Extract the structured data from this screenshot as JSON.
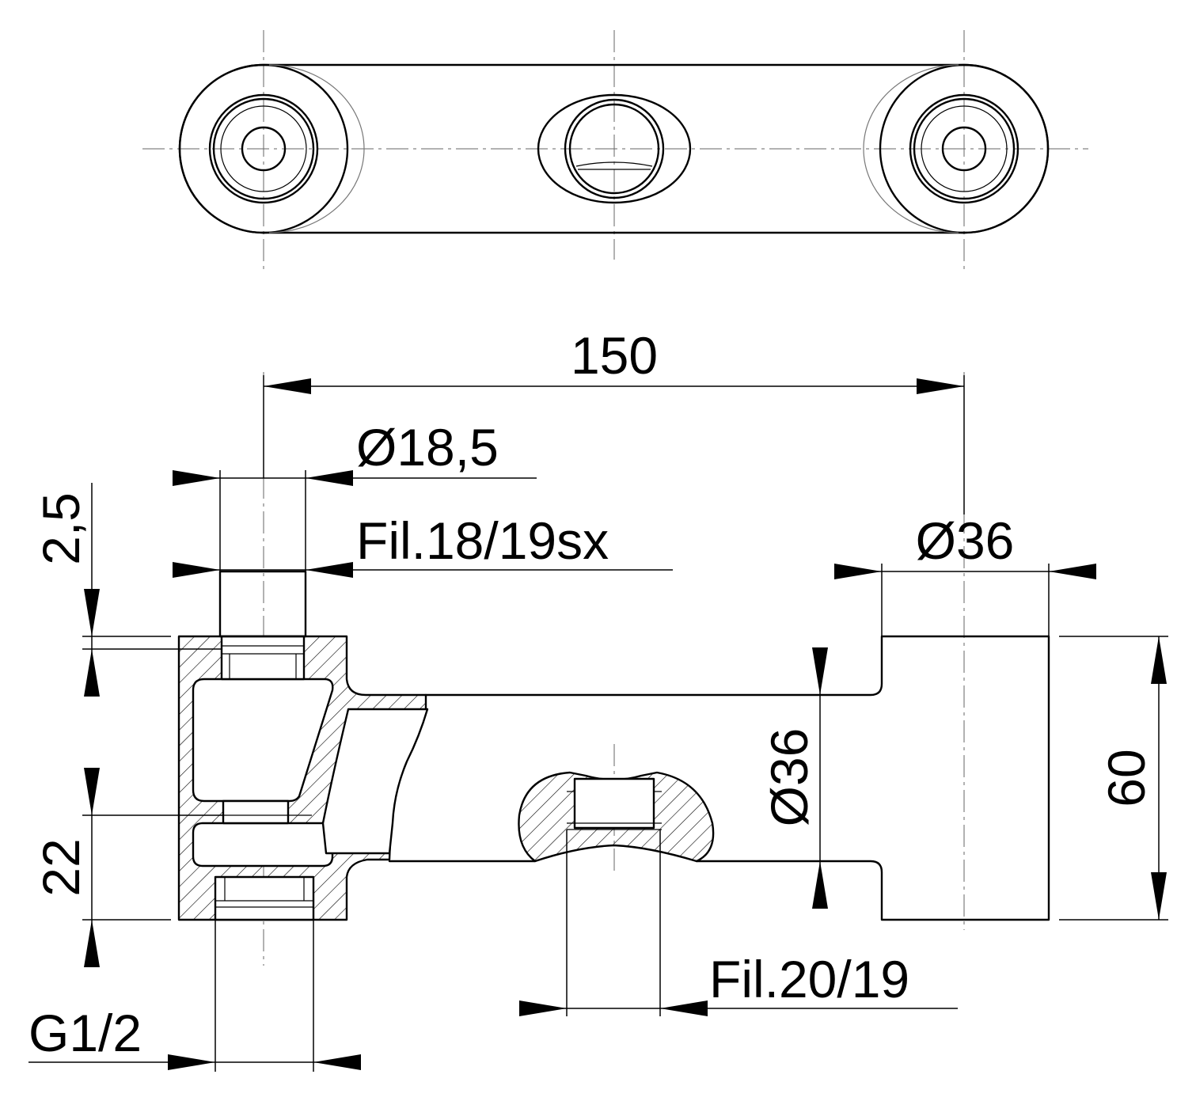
{
  "dimensions": {
    "overall_length": "150",
    "top_bore_diameter": "Ø18,5",
    "top_thread": "Fil.18/19sx",
    "right_diameter_top": "Ø36",
    "left_step": "2,5",
    "left_height": "22",
    "mid_diameter": "Ø36",
    "total_height": "60",
    "bottom_thread": "Fil.20/19",
    "inlet_thread": "G1/2"
  }
}
